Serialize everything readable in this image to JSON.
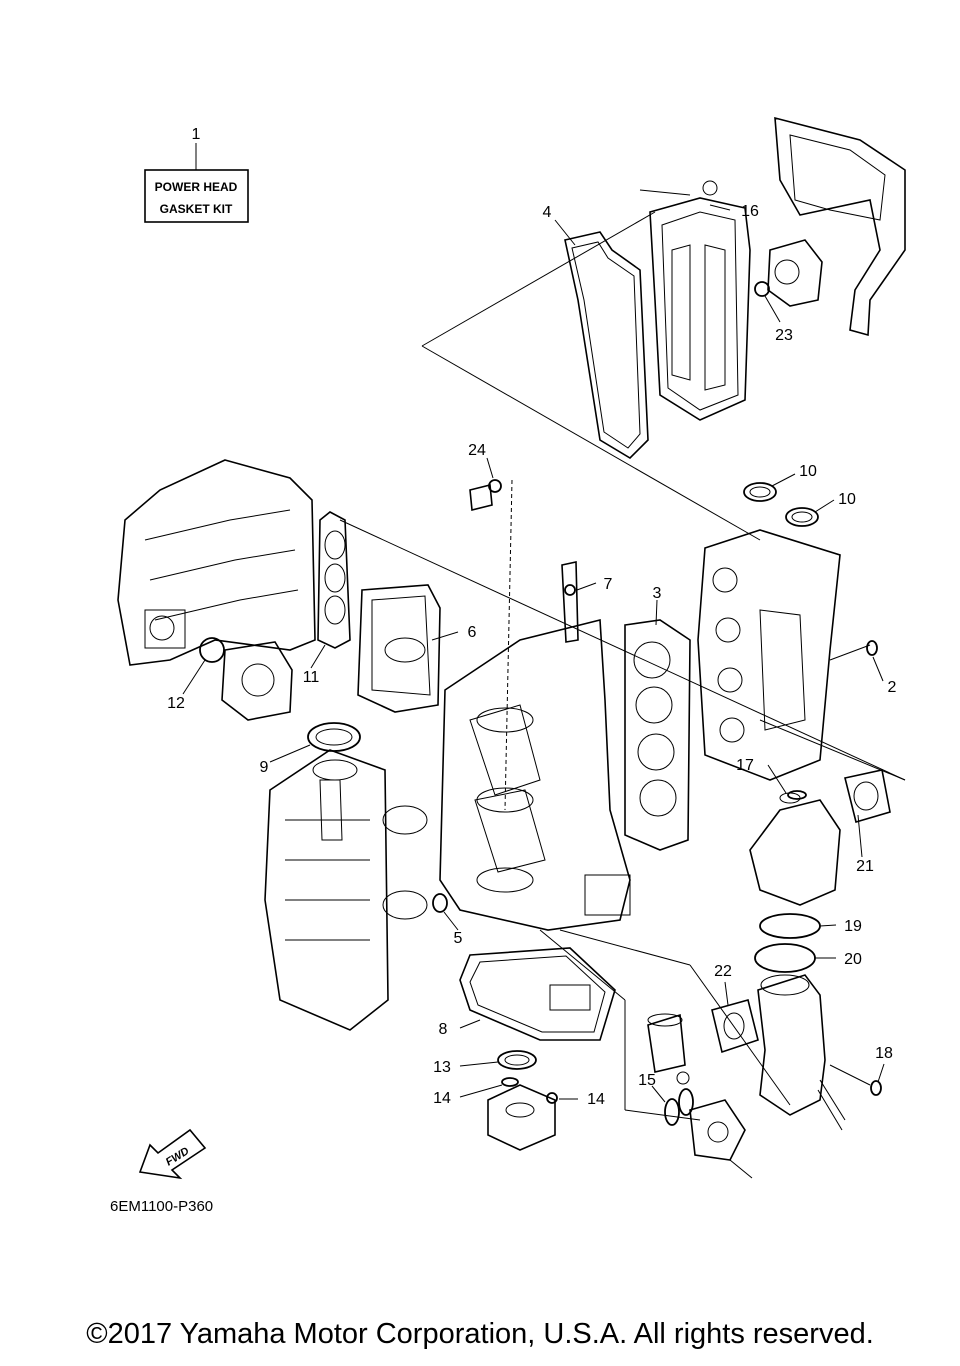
{
  "kit_box": {
    "line1": "POWER HEAD",
    "line2": "GASKET KIT"
  },
  "labels": {
    "p1": "1",
    "p2": "2",
    "p3": "3",
    "p4": "4",
    "p5": "5",
    "p6": "6",
    "p7": "7",
    "p8": "8",
    "p9": "9",
    "p10a": "10",
    "p10b": "10",
    "p11": "11",
    "p12": "12",
    "p13": "13",
    "p14a": "14",
    "p14b": "14",
    "p15": "15",
    "p16": "16",
    "p17": "17",
    "p18": "18",
    "p19": "19",
    "p20": "20",
    "p21": "21",
    "p22": "22",
    "p23": "23",
    "p24": "24"
  },
  "fwd_label": "FWD",
  "diagram_code": "6EM1100-P360",
  "copyright": "©2017 Yamaha Motor Corporation, U.S.A. All rights reserved."
}
